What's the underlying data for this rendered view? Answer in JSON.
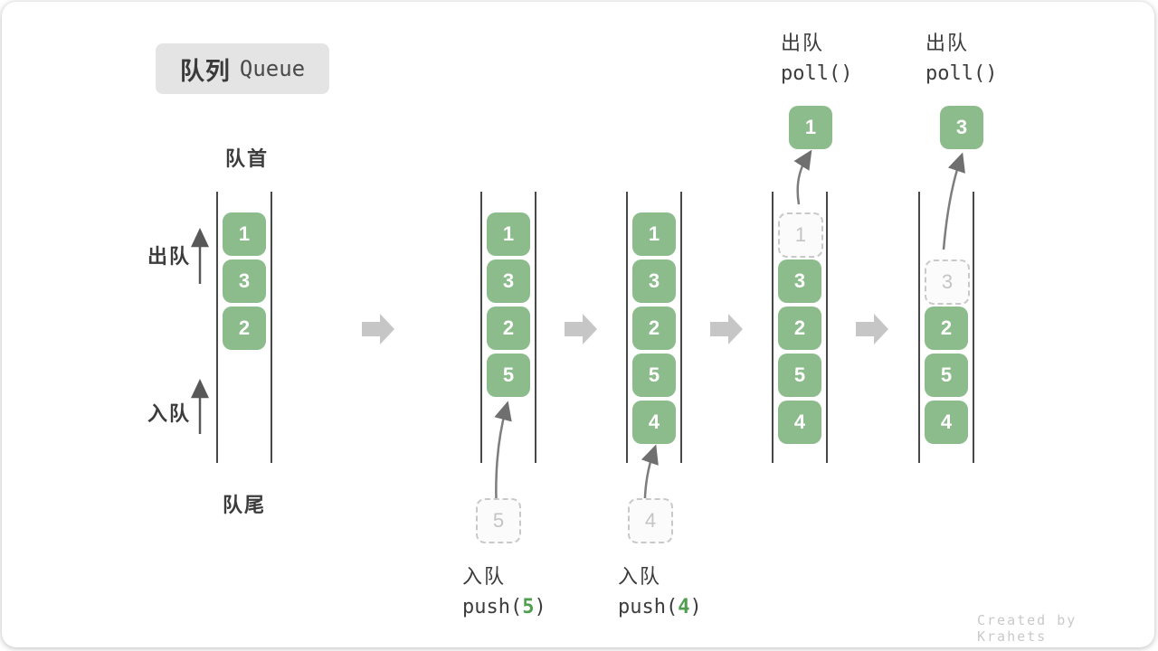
{
  "title": {
    "zh": "队列",
    "en": "Queue"
  },
  "labels": {
    "front": "队首",
    "rear": "队尾",
    "dequeue_side": "出队",
    "enqueue_side": "入队"
  },
  "watermark": "Created by Krahets",
  "colors": {
    "box_green": "#8cbc8c",
    "code_arg_green": "#519e51",
    "big_arrow_gray": "#c6c6c6",
    "ghost_border": "#c9c9c9",
    "guide_line": "#484848",
    "text_dark": "#3c3c3c"
  },
  "states": [
    {
      "boxes": [
        "1",
        "3",
        "2"
      ]
    },
    {
      "boxes": [
        "1",
        "3",
        "2",
        "5"
      ],
      "ghost": "5",
      "op_label": "入队",
      "code": {
        "pre": "push(",
        "arg": "5",
        "post": ")"
      }
    },
    {
      "boxes": [
        "1",
        "3",
        "2",
        "5",
        "4"
      ],
      "ghost": "4",
      "op_label": "入队",
      "code": {
        "pre": "push(",
        "arg": "4",
        "post": ")"
      }
    },
    {
      "boxes": [
        "3",
        "2",
        "5",
        "4"
      ],
      "ghost": "1",
      "popped": "1",
      "op_label": "出队",
      "code_plain": "poll()"
    },
    {
      "boxes": [
        "2",
        "5",
        "4"
      ],
      "ghost": "3",
      "popped": "3",
      "op_label": "出队",
      "code_plain": "poll()"
    }
  ]
}
